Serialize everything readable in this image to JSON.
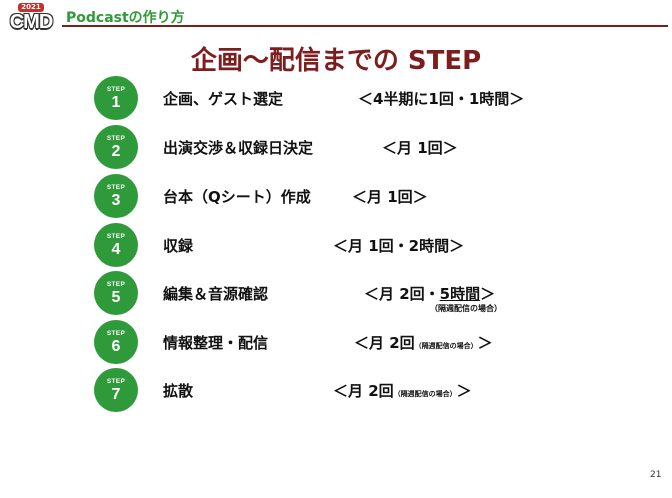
{
  "header": {
    "logo_text": "CMD",
    "logo_year": "2021",
    "title": "Podcastの作り方"
  },
  "main_title": "企画〜配信までの STEP",
  "steps": [
    {
      "label": "STEP",
      "number": "1",
      "task": "企画、ゲスト選定",
      "freq": "＜4半期に1回・1時間＞"
    },
    {
      "label": "STEP",
      "number": "2",
      "task": "出演交渉＆収録日決定",
      "freq": "＜月 1回＞"
    },
    {
      "label": "STEP",
      "number": "3",
      "task": "台本（Qシート）作成",
      "freq": "＜月 1回＞"
    },
    {
      "label": "STEP",
      "number": "4",
      "task": "収録",
      "freq": "＜月 1回・2時間＞"
    },
    {
      "label": "STEP",
      "number": "5",
      "task": "編集＆音源確認",
      "freq_a": "＜月 2回・",
      "freq_b": "5時間",
      "freq_c": "＞",
      "note": "（隔週配信の場合）"
    },
    {
      "label": "STEP",
      "number": "6",
      "task": "情報整理・配信",
      "freq_a": "＜月 2回",
      "freq_small": "（隔週配信の場合）",
      "freq_c": "＞"
    },
    {
      "label": "STEP",
      "number": "7",
      "task": "拡散",
      "freq_a": "＜月 2回",
      "freq_small": "（隔週配信の場合）",
      "freq_c": "＞"
    }
  ],
  "page_number": "21",
  "colors": {
    "accent_green": "#2f9a3a",
    "title_red": "#7d1d1d",
    "rule": "#7a1f1c"
  }
}
